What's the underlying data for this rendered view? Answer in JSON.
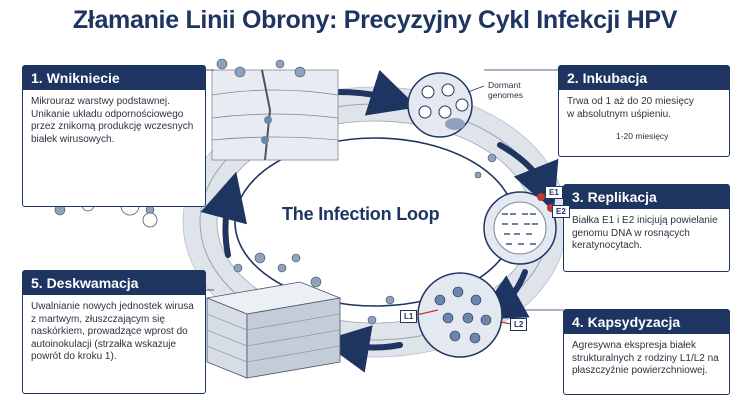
{
  "title": "Złamanie Linii Obrony: Precyzyjny Cykl Infekcji HPV",
  "center_label": "The Infection Loop",
  "steps": [
    {
      "header": "1. Wnikniecie",
      "body": "Mikrouraz warstwy podstawnej. Unikanie układu odpornościowego przez znikomą produkcję wczesnych białek wirusowych."
    },
    {
      "header": "2. Inkubacja",
      "body": "Trwa od 1 aż do 20 miesięcy w absolutnym uśpieniu.",
      "scale_label": "1-20 miesięcy"
    },
    {
      "header": "3. Replikacja",
      "body": "Białka E1 i E2 inicjują powielanie genomu DNA w rosnących keratynocytach."
    },
    {
      "header": "4. Kapsydyzacja",
      "body": "Agresywna ekspresja białek strukturalnych z rodziny L1/L2 na płaszczyźnie powierzchniowej."
    },
    {
      "header": "5. Deskwamacja",
      "body": "Uwalnianie nowych jednostek wirusa z martwym, złuszczającym się naskórkiem, prowadzące wprost do autoinokulacji (strzałka wskazuje powrót do kroku 1)."
    }
  ],
  "labels": {
    "dormant": "Dormant genomes",
    "e1": "E1",
    "e2": "E2",
    "l1": "L1",
    "l2": "L2"
  },
  "colors": {
    "navy": "#1e3561",
    "accent_red": "#c0392b",
    "virus_blue": "#6b86a8"
  }
}
